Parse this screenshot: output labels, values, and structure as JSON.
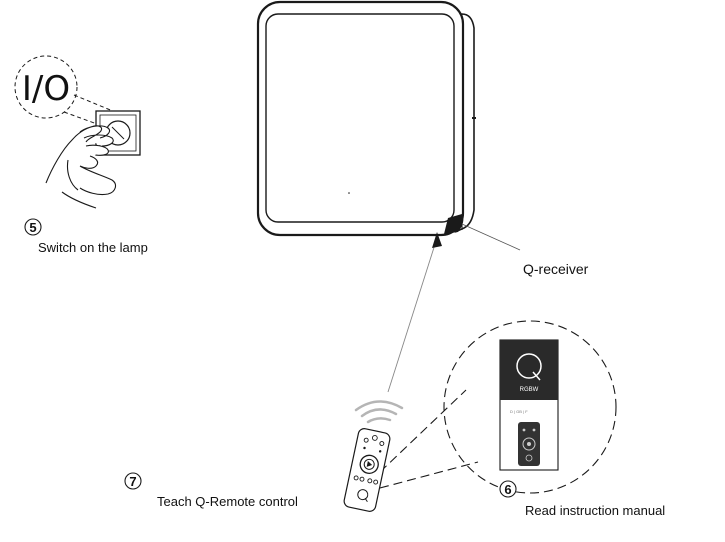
{
  "steps": [
    {
      "number": "5",
      "label": "Switch on the lamp"
    },
    {
      "number": "6",
      "label": "Read instruction manual"
    },
    {
      "number": "7",
      "label": "Teach Q-Remote control"
    }
  ],
  "callouts": {
    "receiver": "Q-receiver",
    "switch_mark": "I/O"
  },
  "manual": {
    "logo_letter": "Q",
    "brand_text": "RGBW",
    "small_text": "D | GB | F"
  },
  "colors": {
    "line": "#1a1a1a",
    "dark": "#222222",
    "manual_cover": "#2a2a2a",
    "wifi": "#b5b5b5",
    "ray": "#888888"
  }
}
